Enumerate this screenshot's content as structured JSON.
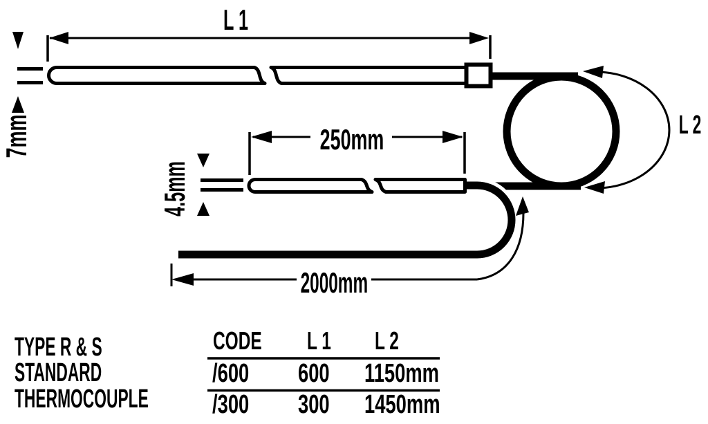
{
  "colors": {
    "ink": "#000000",
    "background": "#ffffff"
  },
  "drawing": {
    "dim_l1_label": "L 1",
    "dim_l2_label": "L 2",
    "top_probe_diameter": "7mm",
    "bottom_probe_diameter": "4.5mm",
    "bottom_probe_length": "250mm",
    "lead_length": "2000mm"
  },
  "caption": {
    "line1": "TYPE R & S",
    "line2": "STANDARD",
    "line3": "THERMOCOUPLE"
  },
  "spec_table": {
    "headers": [
      "CODE",
      "L 1",
      "L 2"
    ],
    "rows": [
      {
        "code": "/600",
        "l1": "600",
        "l2": "1150mm"
      },
      {
        "code": "/300",
        "l1": "300",
        "l2": "1450mm"
      }
    ]
  }
}
